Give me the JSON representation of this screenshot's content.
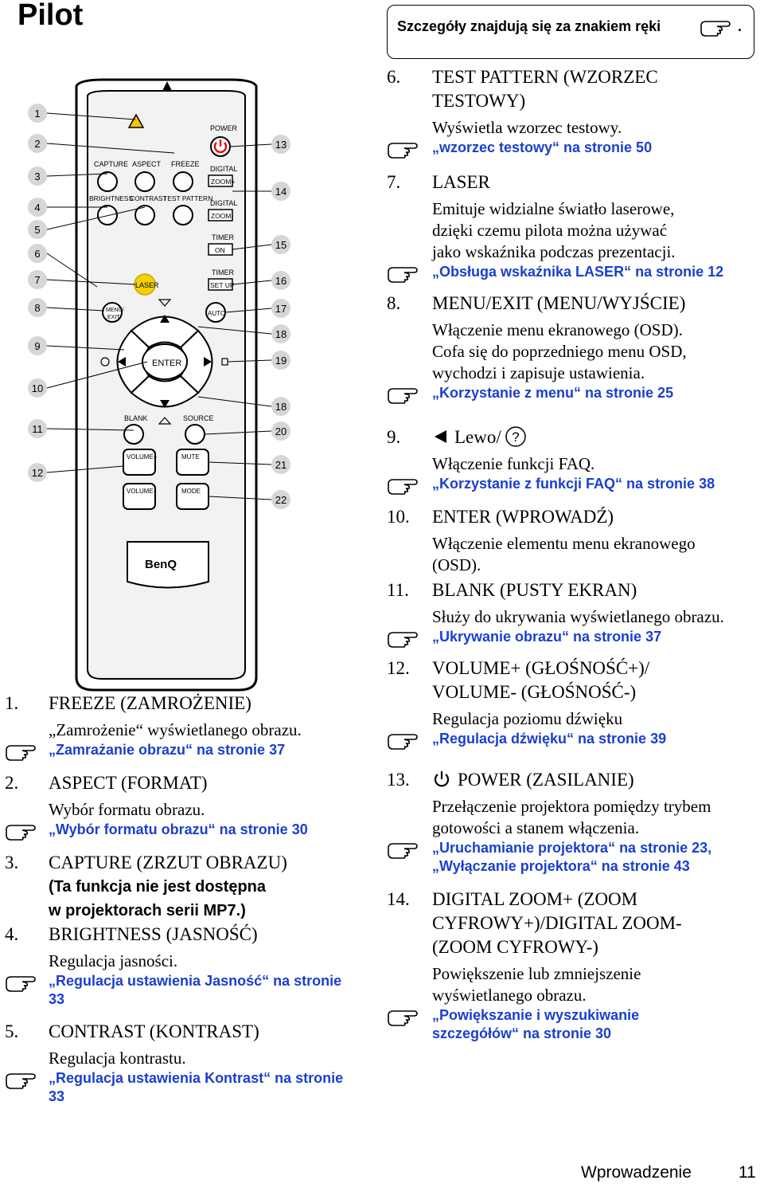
{
  "page": {
    "title": "Pilot",
    "footer_section": "Wprowadzenie",
    "footer_page": "11"
  },
  "note": {
    "text": "Szczegóły znajdują się za znakiem ręki",
    "dot": "."
  },
  "remote": {
    "brand": "BenQ",
    "buttons": {
      "capture": "CAPTURE",
      "aspect": "ASPECT",
      "freeze": "FREEZE",
      "brightness": "BRIGHTNESS",
      "contrast": "CONTRAST",
      "test_pattern": "TEST PATTERN",
      "power": "POWER",
      "digital1": "DIGITAL",
      "zoom_plus": "ZOOM+",
      "digital2": "DIGITAL",
      "zoom_minus": "ZOOM-",
      "timer1": "TIMER",
      "on": "ON",
      "timer2": "TIMER",
      "set_up": "SET UP",
      "laser": "LASER",
      "menu": "MENU/",
      "exit": "EXIT",
      "auto": "AUTO",
      "enter": "ENTER",
      "blank": "BLANK",
      "source": "SOURCE",
      "volume_plus": "VOLUME+",
      "mute": "MUTE",
      "volume_minus": "VOLUME-",
      "mode": "MODE"
    },
    "callouts_left": [
      "1",
      "2",
      "3",
      "4",
      "5",
      "6",
      "7",
      "8",
      "9",
      "10",
      "11",
      "12"
    ],
    "callouts_right": [
      "13",
      "14",
      "15",
      "16",
      "17",
      "18",
      "19",
      "18",
      "20",
      "21",
      "22"
    ]
  },
  "items_left": [
    {
      "num": "1.",
      "title": "FREEZE (ZAMROŻENIE)",
      "desc": [
        "„Zamrożenie“ wyświetlanego obrazu."
      ],
      "ref": [
        "„Zamrażanie obrazu“ na stronie 37"
      ]
    },
    {
      "num": "2.",
      "title": "ASPECT (FORMAT)",
      "desc": [
        "Wybór formatu obrazu."
      ],
      "ref": [
        "„Wybór formatu obrazu“ na stronie 30"
      ]
    },
    {
      "num": "3.",
      "title": "CAPTURE (ZRZUT OBRAZU)",
      "sub": [
        "(Ta funkcja nie jest dostępna",
        "w projektorach serii MP7.)"
      ]
    },
    {
      "num": "4.",
      "title": "BRIGHTNESS (JASNOŚĆ)",
      "desc": [
        "Regulacja jasności."
      ],
      "ref": [
        "„Regulacja ustawienia Jasność“ na stronie",
        "33"
      ]
    },
    {
      "num": "5.",
      "title": "CONTRAST (KONTRAST)",
      "desc": [
        "Regulacja kontrastu."
      ],
      "ref": [
        "„Regulacja ustawienia Kontrast“ na stronie",
        "33"
      ]
    }
  ],
  "items_right": [
    {
      "num": "6.",
      "title": [
        "TEST PATTERN (WZORZEC",
        "TESTOWY)"
      ],
      "desc": [
        "Wyświetla wzorzec testowy."
      ],
      "ref": [
        "„wzorzec testowy“ na stronie 50"
      ]
    },
    {
      "num": "7.",
      "title": [
        "LASER"
      ],
      "desc": [
        "Emituje widzialne światło laserowe,",
        "dzięki czemu pilota można używać",
        "jako wskaźnika podczas prezentacji."
      ],
      "ref": [
        "„Obsługa wskaźnika LASER“ na stronie 12"
      ]
    },
    {
      "num": "8.",
      "title": [
        "MENU/EXIT (MENU/WYJŚCIE)"
      ],
      "desc": [
        "Włączenie menu ekranowego (OSD).",
        "Cofa się do poprzedniego menu OSD,",
        "wychodzi i zapisuje ustawienia."
      ],
      "ref": [
        "„Korzystanie z menu“ na stronie 25"
      ]
    },
    {
      "num": "9.",
      "title": [
        "Lewo/"
      ],
      "desc": [
        "Włączenie funkcji FAQ."
      ],
      "ref": [
        "„Korzystanie z funkcji FAQ“ na stronie 38"
      ]
    },
    {
      "num": "10.",
      "title": [
        "ENTER (WPROWADŹ)"
      ],
      "desc": [
        "Włączenie elementu menu ekranowego",
        "(OSD)."
      ]
    },
    {
      "num": "11.",
      "title": [
        "BLANK (PUSTY EKRAN)"
      ],
      "desc": [
        "Służy do ukrywania wyświetlanego obrazu."
      ],
      "ref": [
        "„Ukrywanie obrazu“ na stronie 37"
      ]
    },
    {
      "num": "12.",
      "title": [
        "VOLUME+ (GŁOŚNOŚĆ+)/",
        "VOLUME- (GŁOŚNOŚĆ-)"
      ],
      "desc": [
        "Regulacja poziomu dźwięku"
      ],
      "ref": [
        "„Regulacja dźwięku“ na stronie 39"
      ]
    },
    {
      "num": "13.",
      "title": [
        "POWER (ZASILANIE)"
      ],
      "desc": [
        "Przełączenie projektora pomiędzy trybem",
        "gotowości a stanem włączenia."
      ],
      "ref": [
        "„Uruchamianie projektora“ na stronie 23,",
        "„Wyłączanie projektora“ na stronie 43"
      ]
    },
    {
      "num": "14.",
      "title": [
        "DIGITAL ZOOM+ (ZOOM",
        "CYFROWY+)/DIGITAL ZOOM-",
        "(ZOOM CYFROWY-)"
      ],
      "desc": [
        "Powiększenie lub zmniejszenie",
        "wyświetlanego obrazu."
      ],
      "ref": [
        "„Powiększanie i wyszukiwanie",
        "szczegółów“ na stronie 30"
      ]
    }
  ],
  "icons": {
    "hand": "pointing-hand-icon",
    "power": "power-icon",
    "faq": "question-circle-icon",
    "left": "left-triangle-icon",
    "laser": "laser-warning-icon"
  }
}
